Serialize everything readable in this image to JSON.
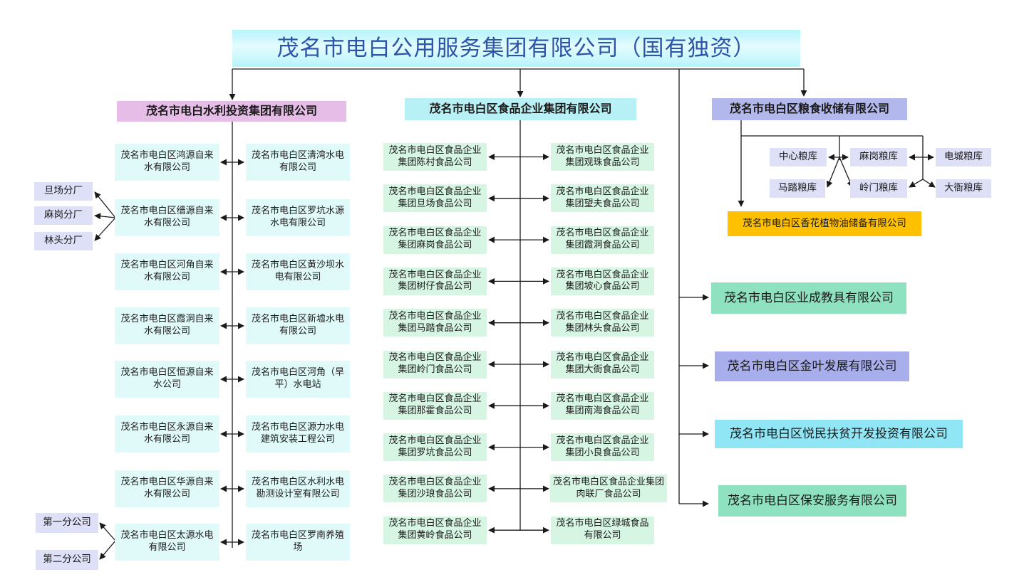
{
  "title": "茂名市电白公用服务集团有限公司（国有独资）",
  "colors": {
    "line": "#1a1a1a",
    "top_bg": "#b6f4fb",
    "top_text": "#2c55a8",
    "water_head": "#e6bde6",
    "food_head": "#b8f1f5",
    "grain_head": "#b3b8ec",
    "water_item": "#e0fafa",
    "food_item": "#d6f5e3",
    "grain_item": "#dde0f6",
    "sub_item": "#dde0f6",
    "oil": "#ffc000",
    "green": "#8ee2c0",
    "lavender": "#a8aeeb",
    "cyan": "#91e6f5"
  },
  "water": {
    "head": "茂名市电白水利投资集团有限公司",
    "left": [
      "茂名市电白区鸿源自来水有限公司",
      "茂名市电白区缙源自来水有限公司",
      "茂名市电白区河角自来水有限公司",
      "茂名市电白区霞洞自来水有限公司",
      "茂名市电白区恒源自来水公司",
      "茂名市电白区永源自来水有限公司",
      "茂名市电白区华源自来水有限公司",
      "茂名市电白区太源水电有限公司"
    ],
    "right": [
      "茂名市电白区清湾水电有限公司",
      "茂名市电白区罗坑水源水电有限公司",
      "茂名市电白区黄沙坝水电有限公司",
      "茂名市电白区新墟水电有限公司",
      "茂名市电白区河角（旱平）水电站",
      "茂名市电白区源力水电建筑安装工程公司",
      "茂名市电白区水利水电勘测设计室有限公司",
      "茂名市电白区罗南养殖场"
    ],
    "branches_a": [
      "旦场分厂",
      "麻岗分厂",
      "林头分厂"
    ],
    "branches_b": [
      "第一分公司",
      "第二分公司"
    ]
  },
  "food": {
    "head": "茂名市电白区食品企业集团有限公司",
    "left": [
      "茂名市电白区食品企业集团陈村食品公司",
      "茂名市电白区食品企业集团旦场食品公司",
      "茂名市电白区食品企业集团麻岗食品公司",
      "茂名市电白区食品企业集团树仔食品公司",
      "茂名市电白区食品企业集团马踏食品公司",
      "茂名市电白区食品企业集团岭门食品公司",
      "茂名市电白区食品企业集团那霍食品公司",
      "茂名市电白区食品企业集团罗坑食品公司",
      "茂名市电白区食品企业集团沙琅食品公司",
      "茂名市电白区食品企业集团黄岭食品公司"
    ],
    "right": [
      "茂名市电白区食品企业集团观珠食品公司",
      "茂名市电白区食品企业集团望夫食品公司",
      "茂名市电白区食品企业集团霞洞食品公司",
      "茂名市电白区食品企业集团坡心食品公司",
      "茂名市电白区食品企业集团林头食品公司",
      "茂名市电白区食品企业集团大衙食品公司",
      "茂名市电白区食品企业集团南海食品公司",
      "茂名市电白区食品企业集团小良食品公司",
      "茂名市电白区食品企业集团肉联厂食品公司",
      "茂名市电白区绿城食品有限公司"
    ]
  },
  "grain": {
    "head": "茂名市电白区粮食收储有限公司",
    "depots": [
      "中心粮库",
      "麻岗粮库",
      "电城粮库",
      "马踏粮库",
      "岭门粮库",
      "大衙粮库"
    ],
    "oil": "茂名市电白区香花植物油储备有限公司"
  },
  "others": [
    "茂名市电白区业成教具有限公司",
    "茂名市电白区金叶发展有限公司",
    "茂名市电白区悦民扶贫开发投资有限公司",
    "茂名市电白区保安服务有限公司"
  ]
}
